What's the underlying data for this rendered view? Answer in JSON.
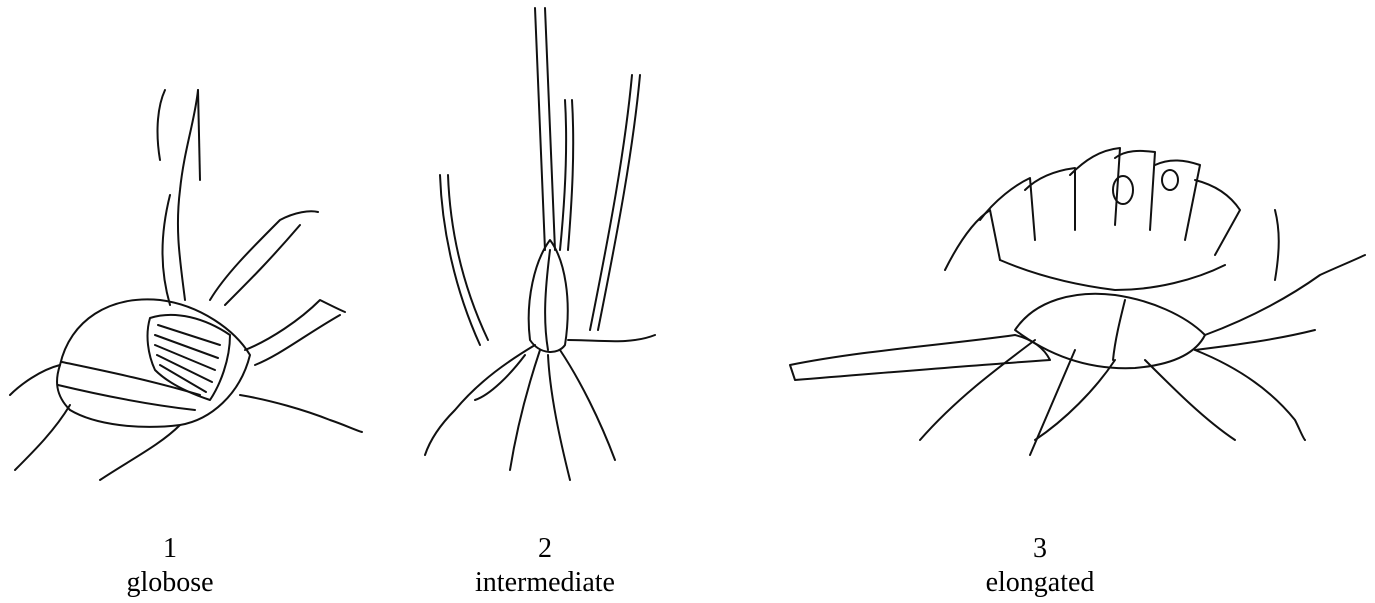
{
  "figures": [
    {
      "number": "1",
      "label": "globose"
    },
    {
      "number": "2",
      "label": "intermediate"
    },
    {
      "number": "3",
      "label": "elongated"
    }
  ]
}
